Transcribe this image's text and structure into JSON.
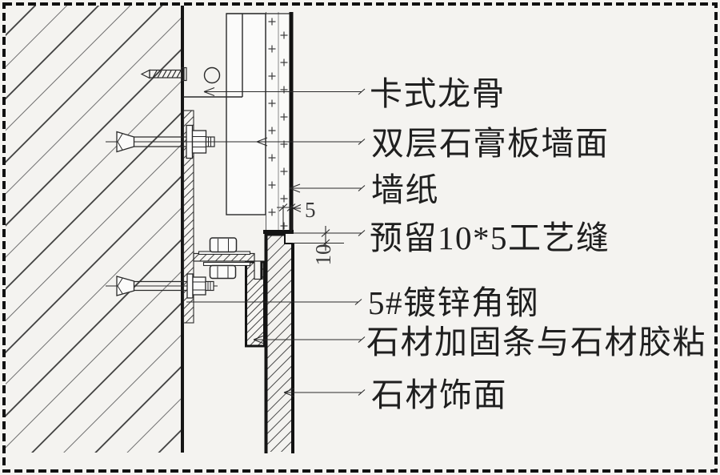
{
  "drawing": {
    "labels": [
      {
        "id": "clip-keel",
        "text": "卡式龙骨"
      },
      {
        "id": "double-gypsum",
        "text": "双层石膏板墙面"
      },
      {
        "id": "wallpaper",
        "text": "墙纸"
      },
      {
        "id": "reserved-seam",
        "text": "预留10*5工艺缝"
      },
      {
        "id": "angle-steel",
        "text": "5#镀锌角钢"
      },
      {
        "id": "stone-strip-glue",
        "text": "石材加固条与石材胶粘"
      },
      {
        "id": "stone-finish",
        "text": "石材饰面"
      }
    ],
    "dimensions": {
      "seam_depth": "5",
      "seam_height": "10"
    },
    "colors": {
      "line": "#1b1b1b",
      "hatch": "#4a4a4a",
      "background": "#f4f3f0"
    }
  }
}
